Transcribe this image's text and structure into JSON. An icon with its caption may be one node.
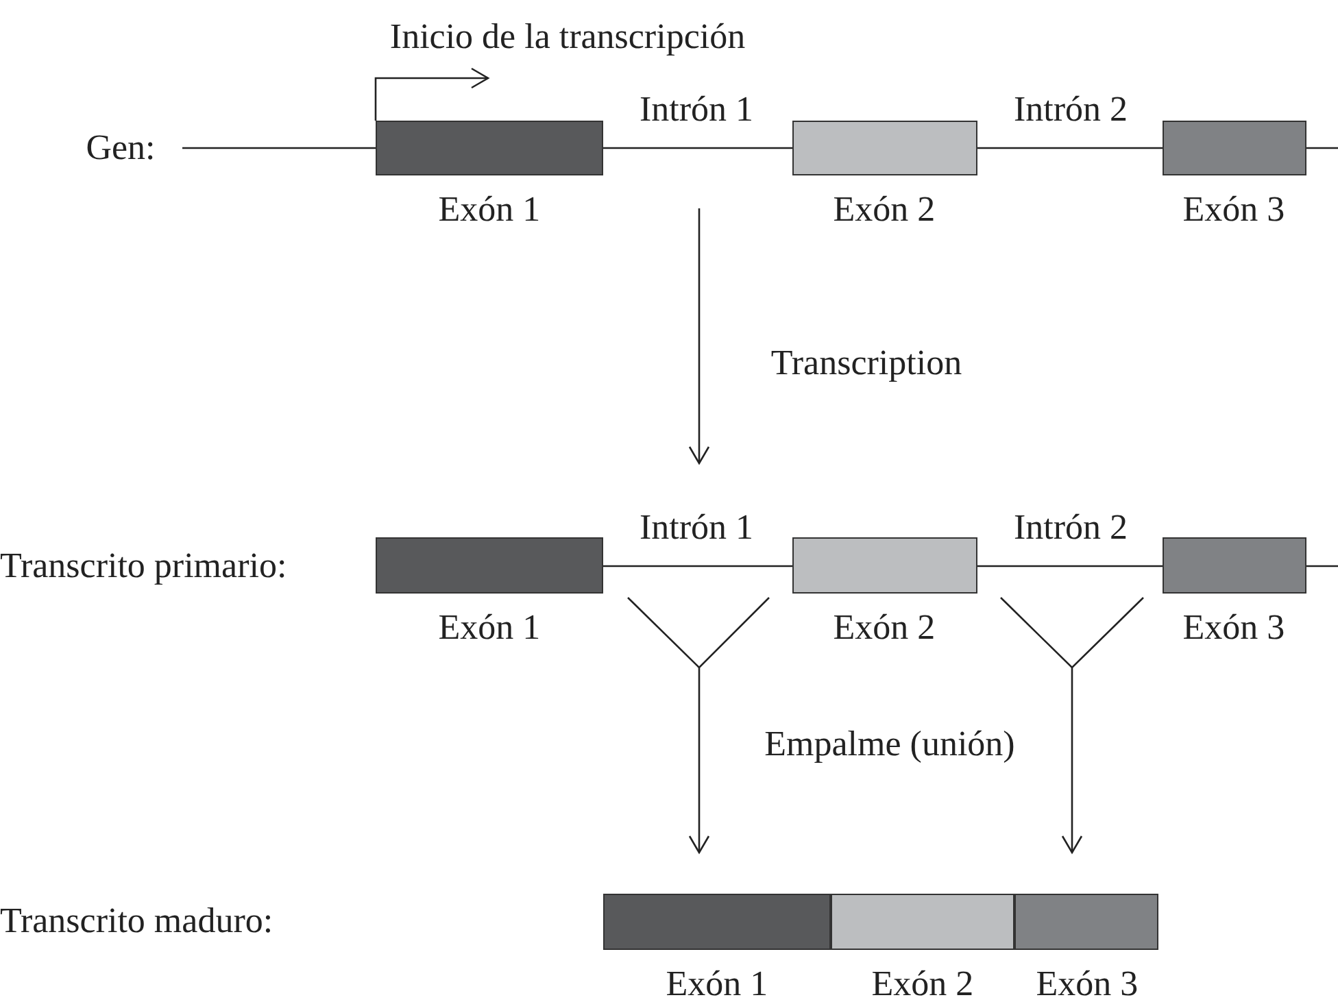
{
  "diagram": {
    "nodes": [
      {
        "text": [
          "Exón 1"
        ]
      },
      {
        "text": [
          "Exón 2"
        ]
      },
      {
        "text": [
          "Exón 3"
        ]
      },
      {
        "text": [
          "Exón 1"
        ]
      },
      {
        "text": [
          "Exón 2"
        ]
      },
      {
        "text": [
          "Exón 3"
        ]
      },
      {
        "text": [
          "Exón 1"
        ]
      },
      {
        "text": [
          "Exón 2"
        ]
      },
      {
        "text": [
          "Exón 3"
        ]
      }
    ],
    "labels": [
      "Inicio de la transcripción",
      "Gen:",
      "Intrón 1",
      "Intrón 2",
      "Transcription",
      "Transcrito primario:",
      "Intrón 1",
      "Intrón 2",
      "Empalme (unión)",
      "Transcrito maduro:"
    ]
  }
}
